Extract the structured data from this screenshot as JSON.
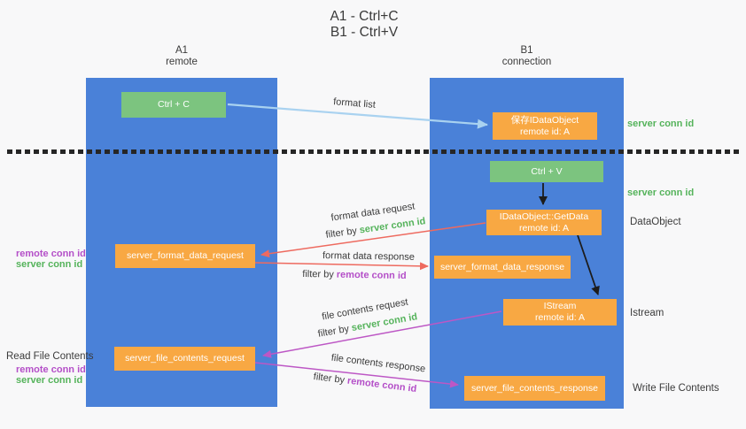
{
  "title": {
    "line1": "A1 - Ctrl+C",
    "line2": "B1 - Ctrl+V"
  },
  "lanes": {
    "left": {
      "name": "A1",
      "subtitle": "remote"
    },
    "right": {
      "name": "B1",
      "subtitle": "connection"
    }
  },
  "nodes": {
    "ctrl_c": {
      "label": "Ctrl + C"
    },
    "save_idataobject": {
      "line1": "保存IDataObject",
      "line2": "remote id: A"
    },
    "ctrl_v": {
      "label": "Ctrl + V"
    },
    "idataobject_getdata": {
      "line1": "IDataObject::GetData",
      "line2": "remote id: A"
    },
    "server_format_data_request": {
      "label": "server_format_data_request"
    },
    "server_format_data_response": {
      "label": "server_format_data_response"
    },
    "istream": {
      "line1": "IStream",
      "line2": "remote id: A"
    },
    "server_file_contents_request": {
      "label": "server_file_contents_request"
    },
    "server_file_contents_response": {
      "label": "server_file_contents_response"
    }
  },
  "edge_labels": {
    "format_list": "format list",
    "format_data_request": "format data request",
    "format_data_response": "format data response",
    "file_contents_request": "file contents request",
    "file_contents_response": "file contents response",
    "filter_by": "filter by",
    "server_conn_id": "server conn id",
    "remote_conn_id": "remote conn id"
  },
  "side_labels": {
    "server_conn_id_top": "server conn id",
    "server_conn_id_mid": "server conn id",
    "dataobject": "DataObject",
    "istream": "Istream",
    "read_file_contents": "Read File Contents",
    "write_file_contents": "Write File Contents",
    "remote_conn_id_format": "remote conn id",
    "server_conn_id_format": "server conn id",
    "remote_conn_id_file": "remote conn id",
    "server_conn_id_file": "server conn id"
  },
  "colors": {
    "lane_blue": "#4a81d8",
    "node_green": "#7cc47f",
    "node_orange": "#f8a843",
    "arrow_red": "#ee6a5f",
    "arrow_purple": "#bd57c5",
    "arrow_blue": "#a9d2f0",
    "arrow_black": "#1c1c1c",
    "text_green": "#55b35b",
    "text_purple": "#b44fc8",
    "text_dark": "#3b3b3b",
    "background": "#f8f8f9"
  }
}
